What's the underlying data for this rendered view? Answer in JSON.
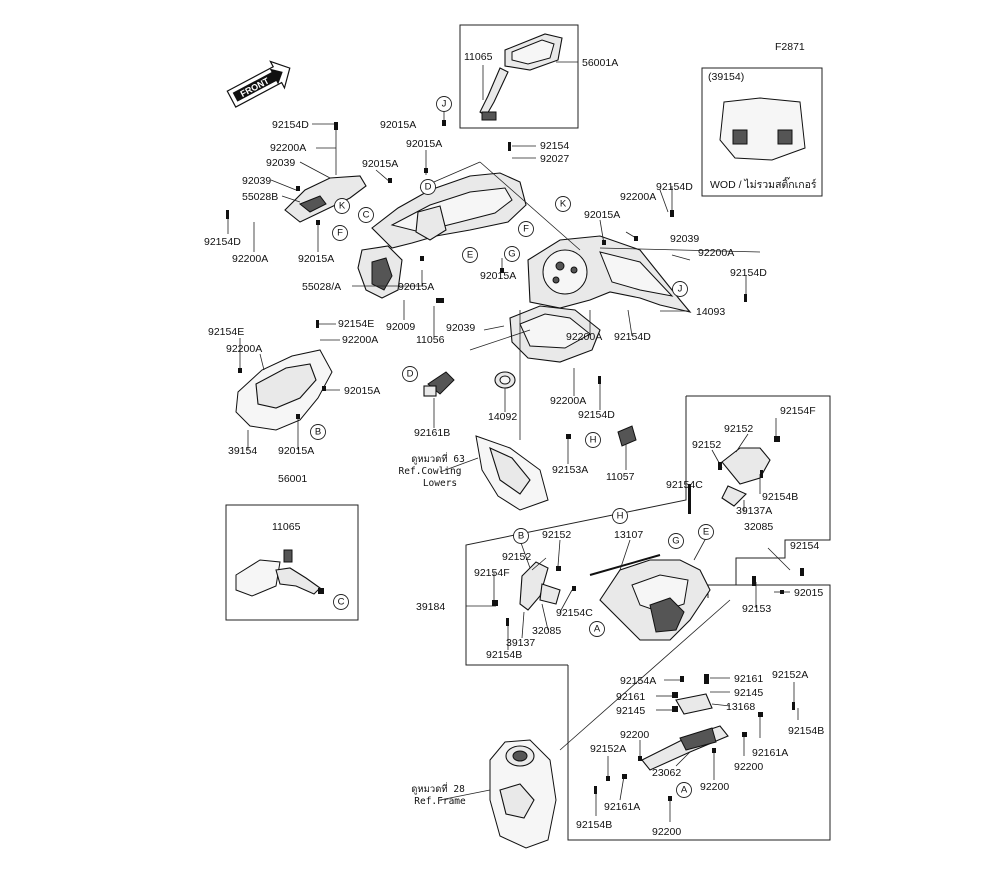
{
  "figure_code": "F2871",
  "front_label": "FRONT",
  "inset_code": "(39154)",
  "inset_note": "WOD / ไม่รวมสติ๊กเกอร์",
  "callouts": [
    {
      "text": "11065"
    },
    {
      "text": "56001A"
    },
    {
      "text": "92154D"
    },
    {
      "text": "92015A"
    },
    {
      "text": "92200A"
    },
    {
      "text": "92015A"
    },
    {
      "text": "92039"
    },
    {
      "text": "92154"
    },
    {
      "text": "92027"
    },
    {
      "text": "92015A"
    },
    {
      "text": "92039"
    },
    {
      "text": "55028B"
    },
    {
      "text": "92154D"
    },
    {
      "text": "92200A"
    },
    {
      "text": "92015A"
    },
    {
      "text": "92200A"
    },
    {
      "text": "92154D"
    },
    {
      "text": "92015A"
    },
    {
      "text": "92039"
    },
    {
      "text": "92200A"
    },
    {
      "text": "92154D"
    },
    {
      "text": "92015A"
    },
    {
      "text": "55028/A"
    },
    {
      "text": "92015A"
    },
    {
      "text": "14093"
    },
    {
      "text": "92009"
    },
    {
      "text": "92039"
    },
    {
      "text": "92200A"
    },
    {
      "text": "92154D"
    },
    {
      "text": "11056"
    },
    {
      "text": "92154E"
    },
    {
      "text": "92154E"
    },
    {
      "text": "92200A"
    },
    {
      "text": "92200A"
    },
    {
      "text": "92015A"
    },
    {
      "text": "14092"
    },
    {
      "text": "92200A"
    },
    {
      "text": "92154D"
    },
    {
      "text": "92161B"
    },
    {
      "text": "39154"
    },
    {
      "text": "92015A"
    },
    {
      "text": "92154F"
    },
    {
      "text": "92152"
    },
    {
      "text": "92152"
    },
    {
      "text": "92153A"
    },
    {
      "text": "11057"
    },
    {
      "text": "92154C"
    },
    {
      "text": "92154B"
    },
    {
      "text": "39137A"
    },
    {
      "text": "32085"
    },
    {
      "text": "56001"
    },
    {
      "text": "11065"
    },
    {
      "text": "92152"
    },
    {
      "text": "13107"
    },
    {
      "text": "92152"
    },
    {
      "text": "92154F"
    },
    {
      "text": "92154"
    },
    {
      "text": "92015"
    },
    {
      "text": "39184"
    },
    {
      "text": "92154C"
    },
    {
      "text": "92153"
    },
    {
      "text": "32085"
    },
    {
      "text": "39137"
    },
    {
      "text": "92154B"
    },
    {
      "text": "92154A"
    },
    {
      "text": "92161"
    },
    {
      "text": "92161"
    },
    {
      "text": "92145"
    },
    {
      "text": "92145"
    },
    {
      "text": "13168"
    },
    {
      "text": "92152A"
    },
    {
      "text": "92200"
    },
    {
      "text": "92154B"
    },
    {
      "text": "92152A"
    },
    {
      "text": "92161A"
    },
    {
      "text": "23062"
    },
    {
      "text": "92200"
    },
    {
      "text": "92200"
    },
    {
      "text": "92161A"
    },
    {
      "text": "92200"
    },
    {
      "text": "92154B"
    }
  ],
  "refs": {
    "cowling": {
      "line1": "ดูหมวดที่ 63",
      "line2": "Ref.Cowling",
      "line3": "Lowers"
    },
    "frame": {
      "line1": "ดูหมวดที่ 28",
      "line2": "Ref.Frame"
    }
  },
  "circle_tags": [
    "J",
    "D",
    "K",
    "F",
    "C",
    "E",
    "G",
    "K",
    "F",
    "J",
    "D",
    "B",
    "H",
    "H",
    "E",
    "B",
    "G",
    "A",
    "C",
    "A"
  ]
}
